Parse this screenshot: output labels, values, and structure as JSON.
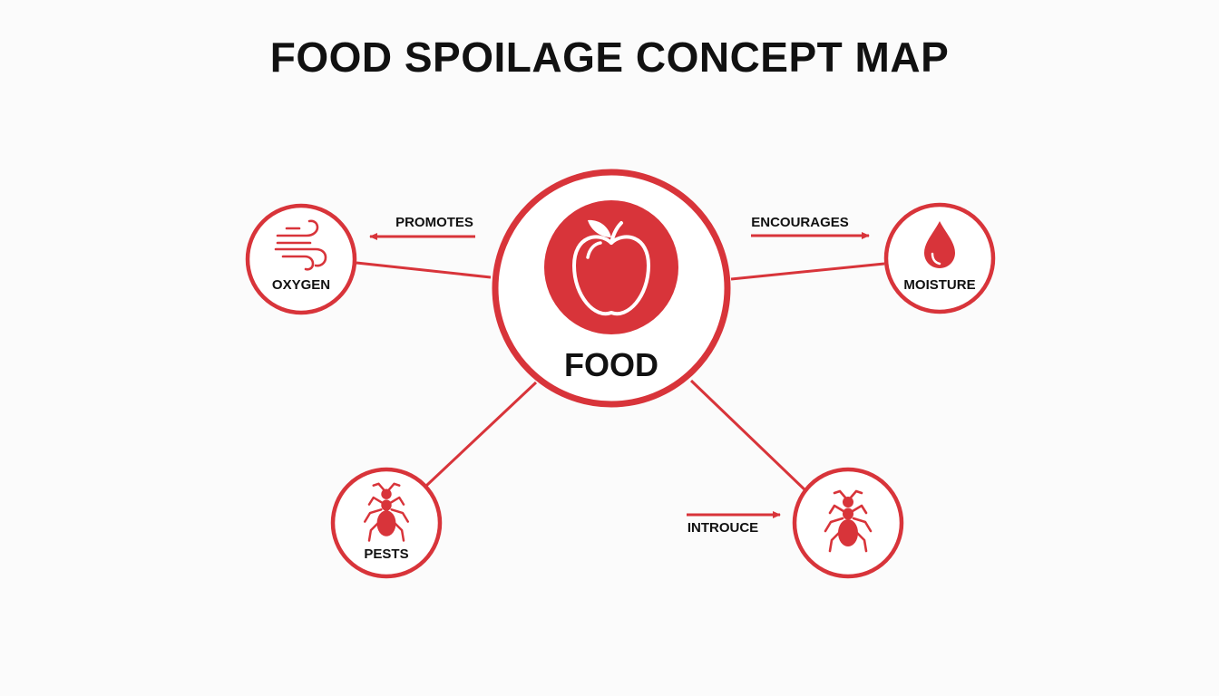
{
  "title": "FOOD SPOILAGE CONCEPT MAP",
  "accent_color": "#d8343a",
  "center": {
    "label": "FOOD",
    "icon": "apple-icon"
  },
  "nodes": [
    {
      "id": "oxygen",
      "label": "OXYGEN",
      "icon": "wind-icon"
    },
    {
      "id": "moisture",
      "label": "MOISTURE",
      "icon": "water-drop-icon"
    },
    {
      "id": "pests",
      "label": "PESTS",
      "icon": "ant-icon"
    },
    {
      "id": "pests-2",
      "label": "",
      "icon": "ant-icon"
    }
  ],
  "edges": [
    {
      "label": "PROMOTES"
    },
    {
      "label": "ENCOURAGES"
    },
    {
      "label": "INTROUCE"
    }
  ]
}
